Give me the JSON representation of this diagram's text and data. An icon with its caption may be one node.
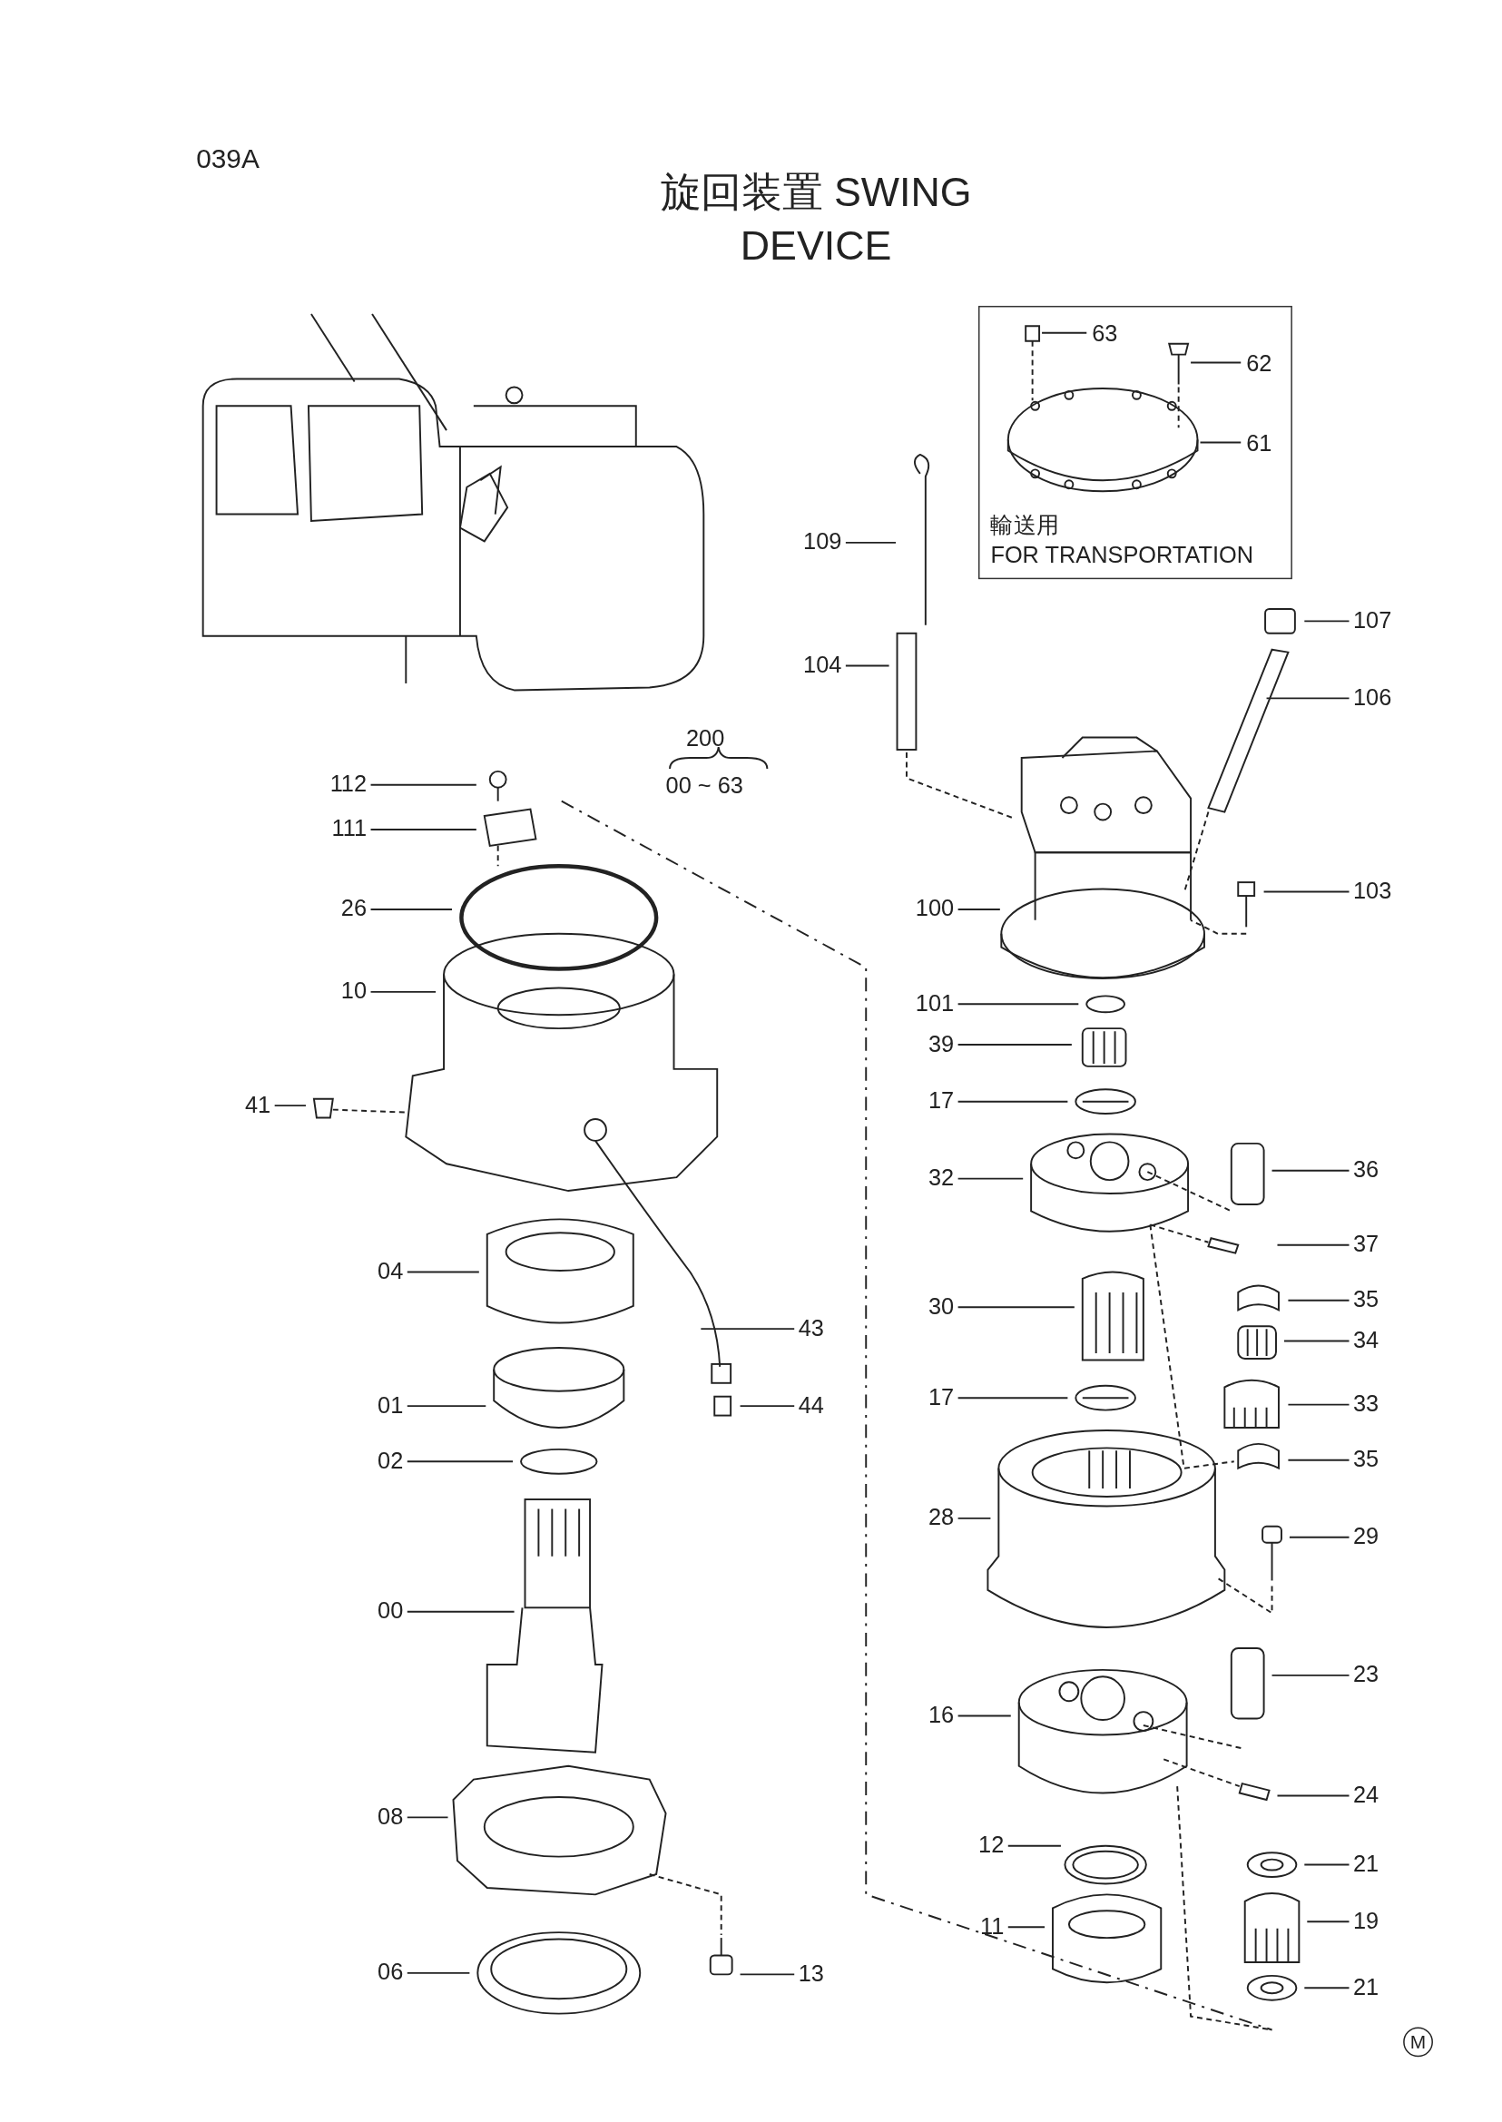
{
  "diagram": {
    "title": "旋回装置 SWING DEVICE",
    "nodes": [
      {
        "text": [
          "輸送用",
          "FOR TRANSPORTATION"
        ]
      },
      {
        "text": [
          "63"
        ],
        "in": 0
      },
      {
        "text": [
          "62"
        ],
        "in": 0
      },
      {
        "text": [
          "61"
        ],
        "in": 0
      },
      {
        "text": [
          "109"
        ]
      },
      {
        "text": [
          "107"
        ]
      },
      {
        "text": [
          "104"
        ]
      },
      {
        "text": [
          "106"
        ]
      },
      {
        "text": [
          "112"
        ]
      },
      {
        "text": [
          "111"
        ]
      },
      {
        "text": [
          "100"
        ]
      },
      {
        "text": [
          "103"
        ]
      },
      {
        "text": [
          "26"
        ]
      },
      {
        "text": [
          "10"
        ]
      },
      {
        "text": [
          "101"
        ]
      },
      {
        "text": [
          "39"
        ]
      },
      {
        "text": [
          "41"
        ]
      },
      {
        "text": [
          "17"
        ]
      },
      {
        "text": [
          "32"
        ]
      },
      {
        "text": [
          "36"
        ]
      },
      {
        "text": [
          "37"
        ]
      },
      {
        "text": [
          "04"
        ]
      },
      {
        "text": [
          "35"
        ]
      },
      {
        "text": [
          "30"
        ]
      },
      {
        "text": [
          "43"
        ]
      },
      {
        "text": [
          "34"
        ]
      },
      {
        "text": [
          "01"
        ]
      },
      {
        "text": [
          "44"
        ]
      },
      {
        "text": [
          "17"
        ]
      },
      {
        "text": [
          "33"
        ]
      },
      {
        "text": [
          "02"
        ]
      },
      {
        "text": [
          "35"
        ]
      },
      {
        "text": [
          "28"
        ]
      },
      {
        "text": [
          "29"
        ]
      },
      {
        "text": [
          "00"
        ]
      },
      {
        "text": [
          "23"
        ]
      },
      {
        "text": [
          "16"
        ]
      },
      {
        "text": [
          "24"
        ]
      },
      {
        "text": [
          "08"
        ]
      },
      {
        "text": [
          "12"
        ]
      },
      {
        "text": [
          "21"
        ]
      },
      {
        "text": [
          "19"
        ]
      },
      {
        "text": [
          "11"
        ]
      },
      {
        "text": [
          "06"
        ]
      },
      {
        "text": [
          "13"
        ]
      },
      {
        "text": [
          "21"
        ]
      },
      {
        "text": [],
        "shape": "picture",
        "in": 0
      },
      {
        "text": [],
        "shape": "picture",
        "in": 0
      },
      {
        "text": [],
        "shape": "picture",
        "in": 0
      }
    ],
    "edges": [
      {
        "from": 1,
        "to": 46,
        "arrow": "none"
      },
      {
        "from": 2,
        "to": 47,
        "arrow": "none"
      },
      {
        "from": 3,
        "to": 48,
        "arrow": "none"
      },
      {
        "from": 4,
        "to": null,
        "arrow": "none"
      },
      {
        "from": 5,
        "to": null,
        "arrow": "none"
      },
      {
        "from": 6,
        "to": null,
        "arrow": "none"
      },
      {
        "from": 7,
        "to": null,
        "arrow": "none"
      },
      {
        "from": 8,
        "to": null,
        "arrow": "none"
      },
      {
        "from": 9,
        "to": null,
        "arrow": "none"
      },
      {
        "from": 10,
        "to": null,
        "arrow": "none"
      },
      {
        "from": 11,
        "to": null,
        "arrow": "none"
      },
      {
        "from": 12,
        "to": null,
        "arrow": "none"
      },
      {
        "from": 13,
        "to": null,
        "arrow": "none"
      },
      {
        "from": 14,
        "to": null,
        "arrow": "none"
      },
      {
        "from": 15,
        "to": null,
        "arrow": "none"
      },
      {
        "from": 16,
        "to": null,
        "arrow": "none"
      },
      {
        "from": 17,
        "to": null,
        "arrow": "none"
      },
      {
        "from": 18,
        "to": null,
        "arrow": "none"
      },
      {
        "from": 19,
        "to": null,
        "arrow": "none"
      },
      {
        "from": 20,
        "to": null,
        "arrow": "none"
      },
      {
        "from": 21,
        "to": null,
        "arrow": "none"
      },
      {
        "from": 22,
        "to": null,
        "arrow": "none"
      },
      {
        "from": 23,
        "to": null,
        "arrow": "none"
      },
      {
        "from": 24,
        "to": null,
        "arrow": "none"
      },
      {
        "from": 25,
        "to": null,
        "arrow": "none"
      },
      {
        "from": 26,
        "to": null,
        "arrow": "none"
      },
      {
        "from": 27,
        "to": null,
        "arrow": "none"
      },
      {
        "from": 28,
        "to": null,
        "arrow": "none"
      },
      {
        "from": 29,
        "to": null,
        "arrow": "none"
      },
      {
        "from": 30,
        "to": null,
        "arrow": "none"
      },
      {
        "from": 31,
        "to": null,
        "arrow": "none"
      },
      {
        "from": 32,
        "to": null,
        "arrow": "none"
      },
      {
        "from": 33,
        "to": null,
        "arrow": "none"
      },
      {
        "from": 34,
        "to": null,
        "arrow": "none"
      },
      {
        "from": 35,
        "to": null,
        "arrow": "none"
      },
      {
        "from": 36,
        "to": null,
        "arrow": "none"
      },
      {
        "from": 37,
        "to": null,
        "arrow": "none"
      },
      {
        "from": 38,
        "to": null,
        "arrow": "none"
      },
      {
        "from": 39,
        "to": null,
        "arrow": "none"
      },
      {
        "from": 40,
        "to": null,
        "arrow": "none"
      },
      {
        "from": 41,
        "to": null,
        "arrow": "none"
      },
      {
        "from": 42,
        "to": null,
        "arrow": "none"
      },
      {
        "from": 43,
        "to": null,
        "arrow": "none"
      },
      {
        "from": 44,
        "to": null,
        "arrow": "none"
      },
      {
        "from": 45,
        "to": null,
        "arrow": "none"
      }
    ],
    "labels": [
      "039A",
      "200",
      "00 ~ 63",
      "M"
    ]
  }
}
